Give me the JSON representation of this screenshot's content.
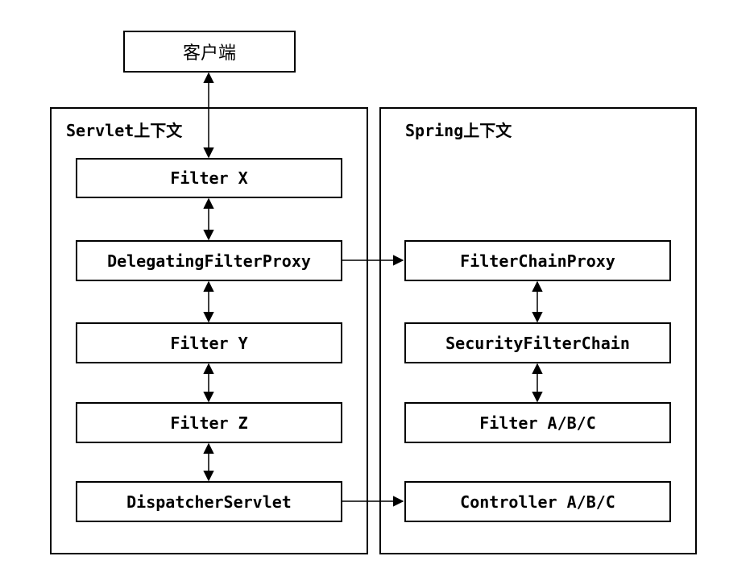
{
  "client": {
    "label": "客户端"
  },
  "servlet_context": {
    "label": "Servlet上下文",
    "nodes": {
      "filter_x": "Filter X",
      "delegating_filter_proxy": "DelegatingFilterProxy",
      "filter_y": "Filter Y",
      "filter_z": "Filter Z",
      "dispatcher_servlet": "DispatcherServlet"
    }
  },
  "spring_context": {
    "label": "Spring上下文",
    "nodes": {
      "filter_chain_proxy": "FilterChainProxy",
      "security_filter_chain": "SecurityFilterChain",
      "filter_abc": "Filter A/B/C",
      "controller_abc": "Controller A/B/C"
    }
  }
}
